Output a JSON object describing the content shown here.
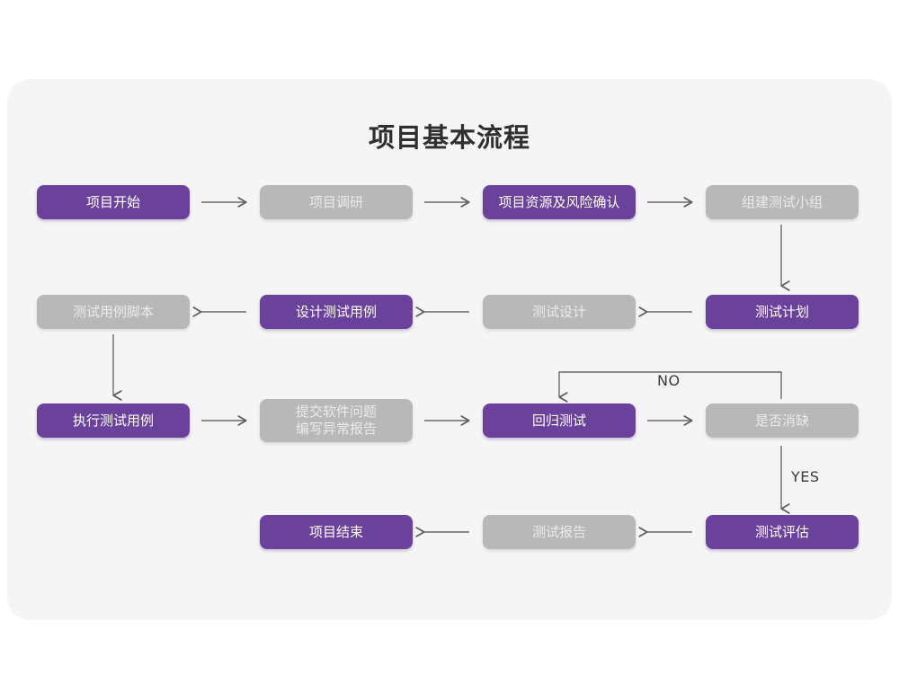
{
  "diagram": {
    "title": "项目基本流程",
    "colors": {
      "page_background": "#ffffff",
      "card_background": "#f5f5f5",
      "accent_purple": "#6b429b",
      "muted_gray": "#b8b8b8",
      "connector": "#6a6a6a",
      "title_text": "#2f2f2f"
    },
    "nodes": [
      {
        "id": "n1",
        "label": "项目开始",
        "style": "purple",
        "row": 1,
        "col": 1
      },
      {
        "id": "n2",
        "label": "项目调研",
        "style": "gray",
        "row": 1,
        "col": 2
      },
      {
        "id": "n3",
        "label": "项目资源及风险确认",
        "style": "purple",
        "row": 1,
        "col": 3
      },
      {
        "id": "n4",
        "label": "组建测试小组",
        "style": "gray",
        "row": 1,
        "col": 4
      },
      {
        "id": "n5",
        "label": "测试用例脚本",
        "style": "gray",
        "row": 2,
        "col": 1
      },
      {
        "id": "n6",
        "label": "设计测试用例",
        "style": "purple",
        "row": 2,
        "col": 2
      },
      {
        "id": "n7",
        "label": "测试设计",
        "style": "gray",
        "row": 2,
        "col": 3
      },
      {
        "id": "n8",
        "label": "测试计划",
        "style": "purple",
        "row": 2,
        "col": 4
      },
      {
        "id": "n9",
        "label": "执行测试用例",
        "style": "purple",
        "row": 3,
        "col": 1
      },
      {
        "id": "n10",
        "label": "提交软件问题\n编写异常报告",
        "style": "gray",
        "row": 3,
        "col": 2
      },
      {
        "id": "n11",
        "label": "回归测试",
        "style": "purple",
        "row": 3,
        "col": 3
      },
      {
        "id": "n12",
        "label": "是否消缺",
        "style": "gray",
        "row": 3,
        "col": 4
      },
      {
        "id": "n13",
        "label": "项目结束",
        "style": "purple",
        "row": 4,
        "col": 2
      },
      {
        "id": "n14",
        "label": "测试报告",
        "style": "gray",
        "row": 4,
        "col": 3
      },
      {
        "id": "n15",
        "label": "测试评估",
        "style": "purple",
        "row": 4,
        "col": 4
      }
    ],
    "edge_labels": [
      {
        "id": "no",
        "text": "NO"
      },
      {
        "id": "yes",
        "text": "YES"
      }
    ]
  }
}
